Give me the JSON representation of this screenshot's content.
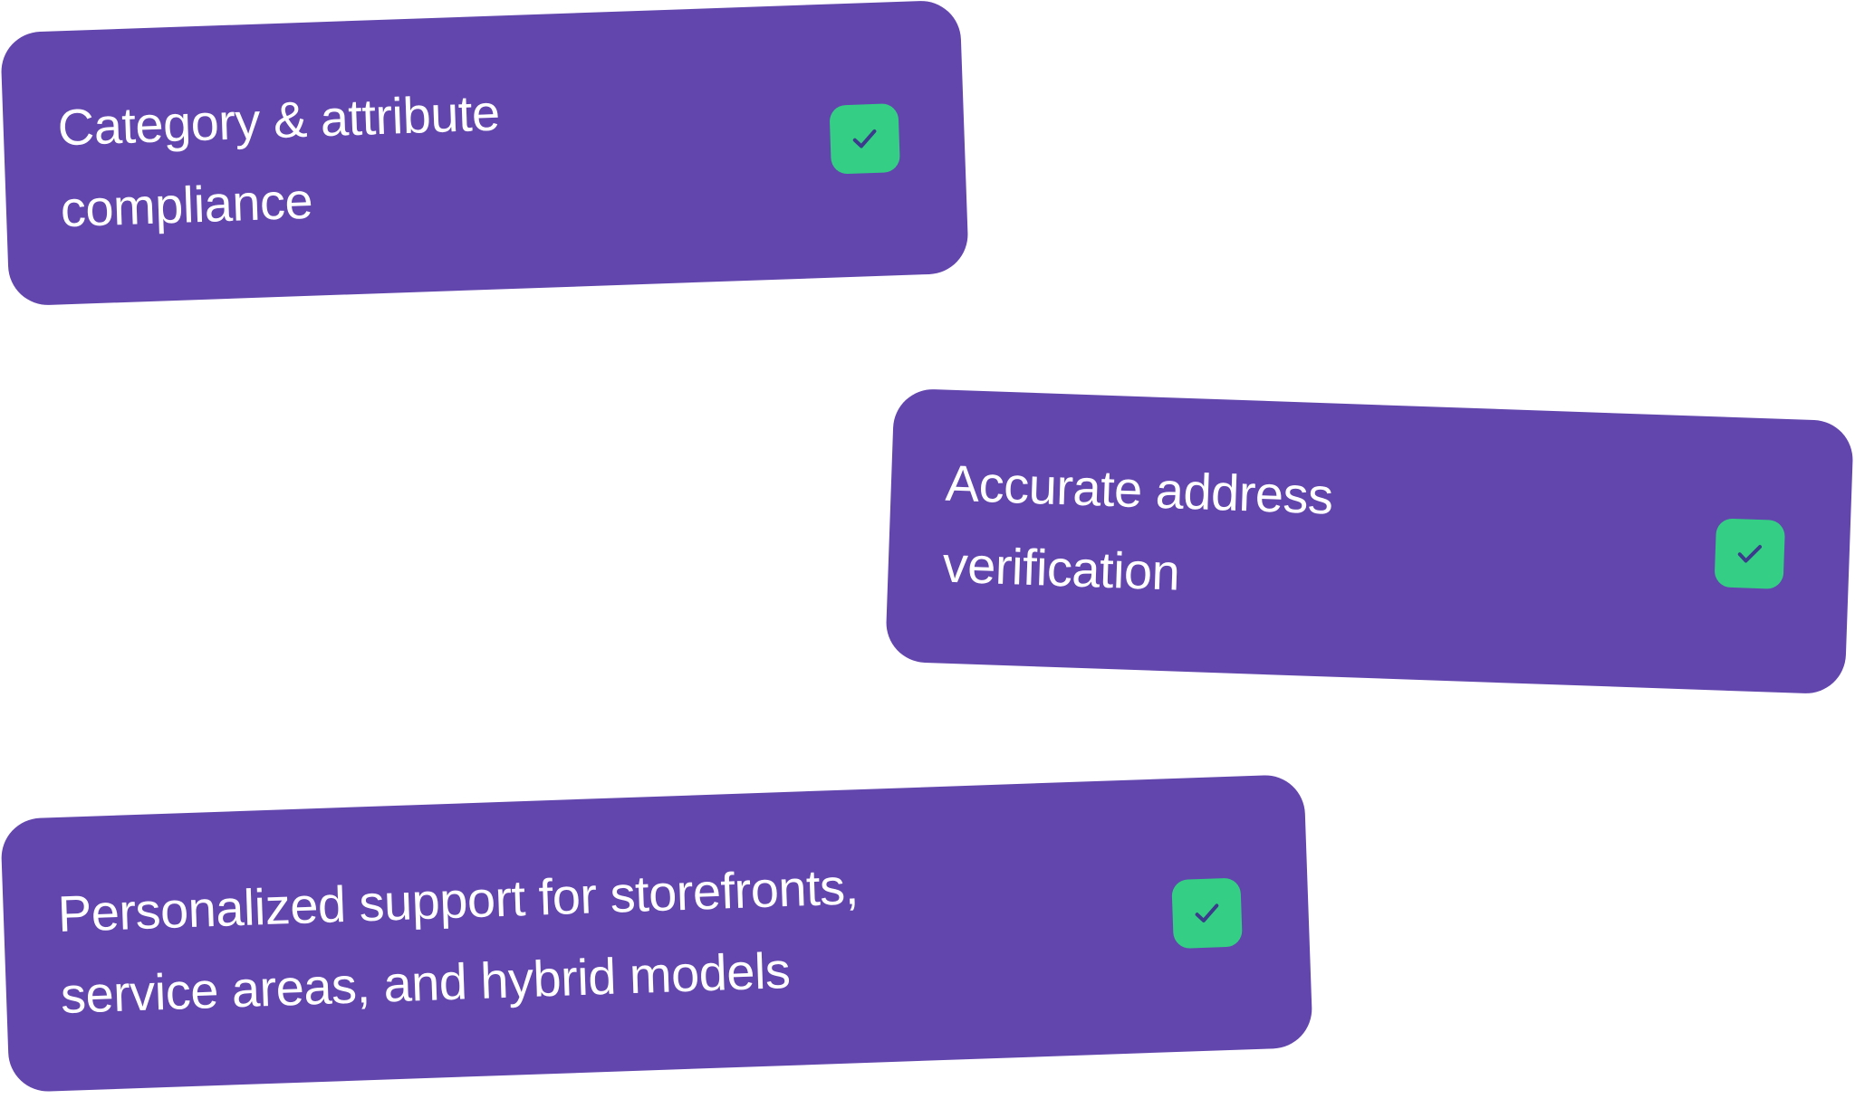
{
  "colors": {
    "card_background": "#6246AE",
    "check_badge": "#34CE84",
    "check_mark": "#3B3A8C",
    "text": "#FFFFFF"
  },
  "cards": [
    {
      "line1": "Category & attribute",
      "line2": "compliance",
      "icon": "check-icon"
    },
    {
      "line1": "Accurate address",
      "line2": "verification",
      "icon": "check-icon"
    },
    {
      "line1": "Personalized support for storefronts,",
      "line2": "service areas, and hybrid models",
      "icon": "check-icon"
    }
  ]
}
